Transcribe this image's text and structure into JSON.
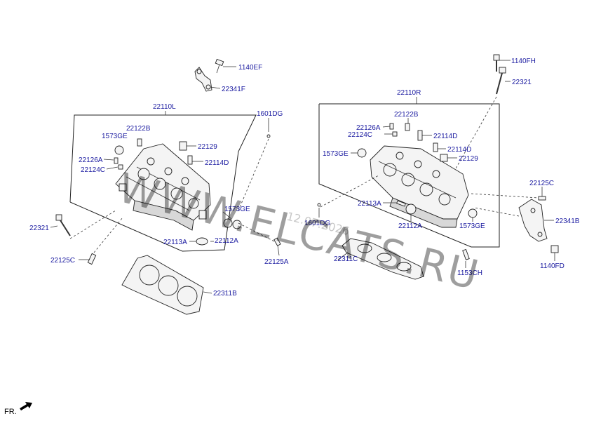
{
  "labels": {
    "l1140EF": "1140EF",
    "l22341F": "22341F",
    "l22110L": "22110L",
    "l1601DG_top": "1601DG",
    "l22122B_l": "22122B",
    "l1573GE_l": "1573GE",
    "l22129_l": "22129",
    "l22114D_l": "22114D",
    "l22126A_l": "22126A",
    "l22124C_l": "22124C",
    "l1573GE_mid": "1573GE",
    "l22321_l": "22321",
    "l22113A_l": "22113A",
    "l22112A_l": "22112A",
    "l22125C_l": "22125C",
    "l22125A": "22125A",
    "l22311B": "22311B",
    "l1140FH": "1140FH",
    "l22321_r": "22321",
    "l22110R": "22110R",
    "l22122B_r": "22122B",
    "l22126A_r": "22126A",
    "l22124C_r": "22124C",
    "l22114D_r1": "22114D",
    "l22114D_r2": "22114D",
    "l1573GE_r": "1573GE",
    "l22129_r": "22129",
    "l22125C_r": "22125C",
    "l22113A_r": "22113A",
    "l1601DG_r": "1601DG",
    "l22112A_r": "22112A",
    "l1573GE_r2": "1573GE",
    "l22341B": "22341B",
    "l22311C": "22311C",
    "l1140FD": "1140FD",
    "l1153CH": "1153CH"
  },
  "watermark": {
    "text": "WWW.ELCATS.RU",
    "date": "12.07.2026"
  },
  "orientation": {
    "label": "FR."
  }
}
